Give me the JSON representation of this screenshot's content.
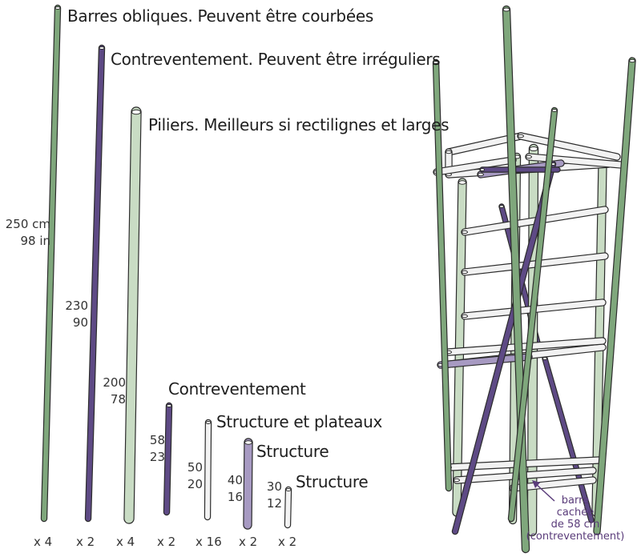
{
  "colors": {
    "green": "#7fa77c",
    "purple": "#5e4a85",
    "pale_green": "#c9dcc4",
    "white": "#f2f2f2",
    "lilac": "#a79ac2",
    "outline": "#2c2c2c",
    "note": "#5a3c7a"
  },
  "pieces": [
    {
      "label": "Barres obliques. Peuvent être courbées",
      "length_cm": "250 cm",
      "length_in": "98 in",
      "qty": "x 4",
      "color": "green"
    },
    {
      "label": "Contreventement. Peuvent être irréguliers",
      "length_cm": "230",
      "length_in": "90",
      "qty": "x 2",
      "color": "purple"
    },
    {
      "label": "Piliers. Meilleurs si rectilignes et larges",
      "length_cm": "200",
      "length_in": "78",
      "qty": "x 4",
      "color": "pale_green"
    },
    {
      "label": "Contreventement",
      "length_cm": "58",
      "length_in": "23",
      "qty": "x 2",
      "color": "purple"
    },
    {
      "label": "Structure et plateaux",
      "length_cm": "50",
      "length_in": "20",
      "qty": "x 16",
      "color": "white"
    },
    {
      "label": "Structure",
      "length_cm": "40",
      "length_in": "16",
      "qty": "x 2",
      "color": "lilac"
    },
    {
      "label": "Structure",
      "length_cm": "30",
      "length_in": "12",
      "qty": "x 2",
      "color": "white"
    }
  ],
  "note": {
    "line1": "barre",
    "line2": "cachée",
    "line3": "de 58 cm",
    "line4": "(contreventement)"
  }
}
